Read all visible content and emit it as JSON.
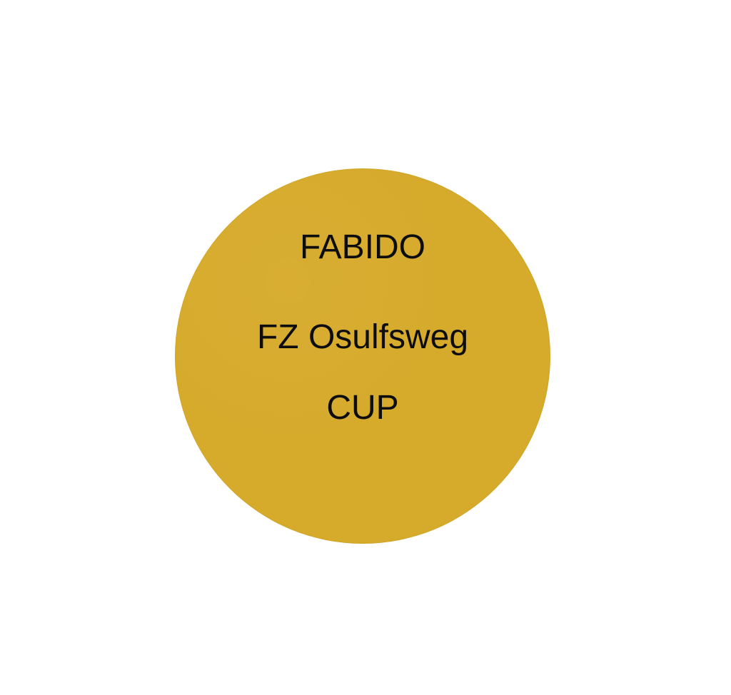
{
  "badge": {
    "color": "#d6aa2a",
    "text_color": "#0d0d0d",
    "lines": [
      "FABIDO",
      "FZ Osulfsweg",
      "CUP"
    ]
  }
}
